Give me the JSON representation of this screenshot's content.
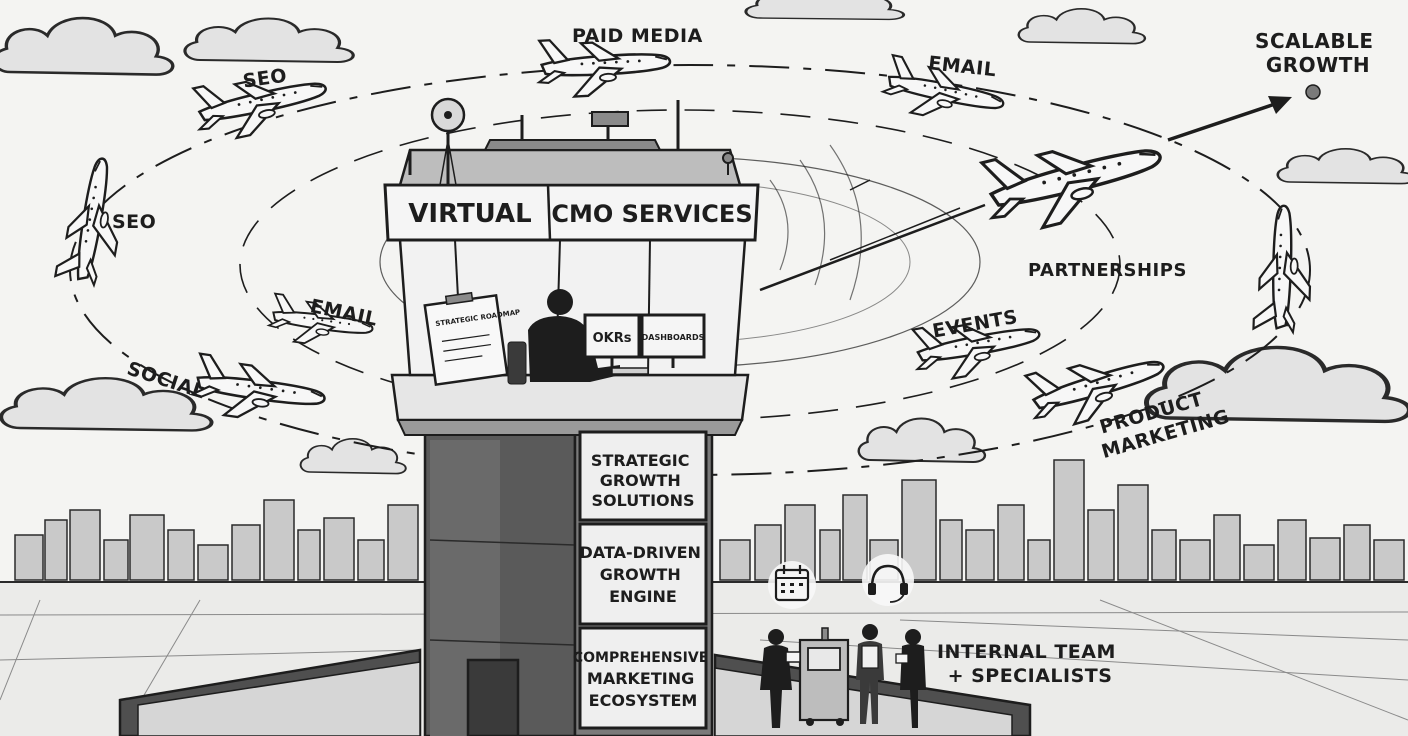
{
  "colors": {
    "ink": "#1d1d1d",
    "paper": "#f4f4f2",
    "tower": "#5a5a5a",
    "panel": "#efefef",
    "skyline": "#c9c9c9",
    "cloud": "#e3e3e3",
    "dot": "#7a7a7a"
  },
  "tower": {
    "sign_left": "VIRTUAL",
    "sign_right": "CMO SERVICES",
    "screen1": "OKRs",
    "screen2": "DASHBOARDS",
    "clipboard": "STRATEGIC ROADMAP",
    "panels": [
      {
        "line1": "STRATEGIC",
        "line2": "GROWTH",
        "line3": "SOLUTIONS"
      },
      {
        "line1": "DATA-DRIVEN",
        "line2": "GROWTH",
        "line3": "ENGINE"
      },
      {
        "line1": "COMPREHENSIVE",
        "line2": "MARKETING",
        "line3": "ECOSYSTEM"
      }
    ]
  },
  "planes": {
    "paid_media": "PAID MEDIA",
    "seo_top": "SEO",
    "seo_left": "SEO",
    "email_top": "EMAIL",
    "email_left": "EMAIL",
    "social": "SOCIAL",
    "events": "EVENTS",
    "partnerships": "PARTNERSHIPS",
    "product_marketing": {
      "line1": "PRODUCT",
      "line2": "MARKETING"
    }
  },
  "goal": {
    "line1": "SCALABLE",
    "line2": "GROWTH"
  },
  "team": {
    "line1": "INTERNAL TEAM",
    "line2": "+ SPECIALISTS"
  },
  "icons": [
    "airplane-icon",
    "antenna-dish-icon",
    "camera-icon",
    "calendar-icon",
    "headset-icon",
    "arrow-icon"
  ]
}
